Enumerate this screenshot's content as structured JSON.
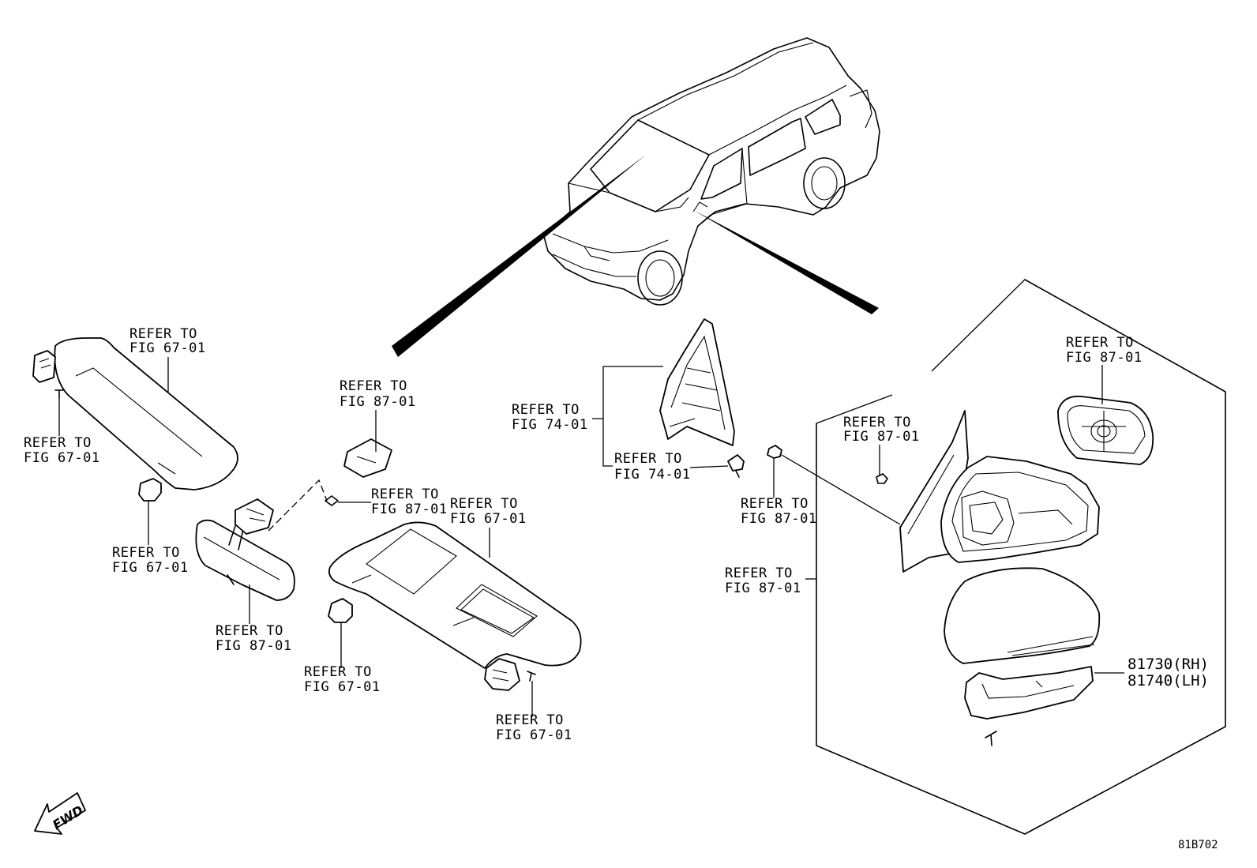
{
  "diagram_code": "81B702",
  "fwd_label": "FWD",
  "references": [
    {
      "id": "sunvisor-lh-top",
      "line1": "REFER TO",
      "line2": "FIG 67-01"
    },
    {
      "id": "sunvisor-lh-screw",
      "line1": "REFER TO",
      "line2": "FIG 67-01"
    },
    {
      "id": "sunvisor-lh-holder",
      "line1": "REFER TO",
      "line2": "FIG 67-01"
    },
    {
      "id": "inner-mirror",
      "line1": "REFER TO",
      "line2": "FIG 87-01"
    },
    {
      "id": "mirror-cover",
      "line1": "REFER TO",
      "line2": "FIG 87-01"
    },
    {
      "id": "mirror-clip",
      "line1": "REFER TO",
      "line2": "FIG 87-01"
    },
    {
      "id": "sunvisor-rh-top",
      "line1": "REFER TO",
      "line2": "FIG 67-01"
    },
    {
      "id": "sunvisor-rh-holder",
      "line1": "REFER TO",
      "line2": "FIG 67-01"
    },
    {
      "id": "sunvisor-rh-screw",
      "line1": "REFER TO",
      "line2": "FIG 67-01"
    },
    {
      "id": "quarter-glass-bracket",
      "line1": "REFER TO",
      "line2": "FIG 74-01"
    },
    {
      "id": "quarter-glass-clip",
      "line1": "REFER TO",
      "line2": "FIG 74-01"
    },
    {
      "id": "door-mirror-nut",
      "line1": "REFER TO",
      "line2": "FIG 87-01"
    },
    {
      "id": "door-mirror-assy",
      "line1": "REFER TO",
      "line2": "FIG 87-01"
    },
    {
      "id": "door-mirror-screw",
      "line1": "REFER TO",
      "line2": "FIG 87-01"
    },
    {
      "id": "door-mirror-glass",
      "line1": "REFER TO",
      "line2": "FIG 87-01"
    }
  ],
  "part_numbers": {
    "rh": "81730(RH)",
    "lh": "81740(LH)"
  }
}
